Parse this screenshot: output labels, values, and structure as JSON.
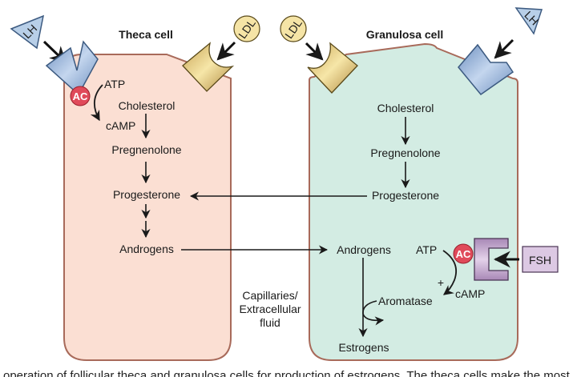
{
  "theca_cell": {
    "title": "Theca cell",
    "lh": "LH",
    "ldl": "LDL",
    "ac": "AC",
    "atp": "ATP",
    "camp": "cAMP",
    "steps": [
      "Cholesterol",
      "Pregnenolone",
      "Progesterone",
      "Androgens"
    ]
  },
  "granulosa_cell": {
    "title": "Granulosa cell",
    "lh": "LH",
    "ldl": "LDL",
    "fsh": "FSH",
    "ac": "AC",
    "atp": "ATP",
    "camp": "cAMP",
    "plus": "+",
    "aromatase": "Aromatase",
    "steps": [
      "Cholesterol",
      "Pregnenolone",
      "Progesterone",
      "Androgens",
      "Estrogens"
    ]
  },
  "middle": {
    "line1": "Capillaries/",
    "line2": "Extracellular",
    "line3": "fluid"
  },
  "caption": "operation of follicular theca and granulosa cells for production of estrogens. The theca cells make the most",
  "colors": {
    "theca_fill": "#fbdfd3",
    "granulosa_fill": "#d3ece3",
    "cell_border": "#a86a5a",
    "lh_fill": "#b8cfe8",
    "lh_receptor": "#7f9fc8",
    "ldl_fill": "#f5e4a6",
    "ldl_receptor": "#d9c07a",
    "fsh_fill": "#dcc8e3",
    "fsh_receptor": "#b79bc4",
    "ac_fill": "#e04a5a"
  }
}
